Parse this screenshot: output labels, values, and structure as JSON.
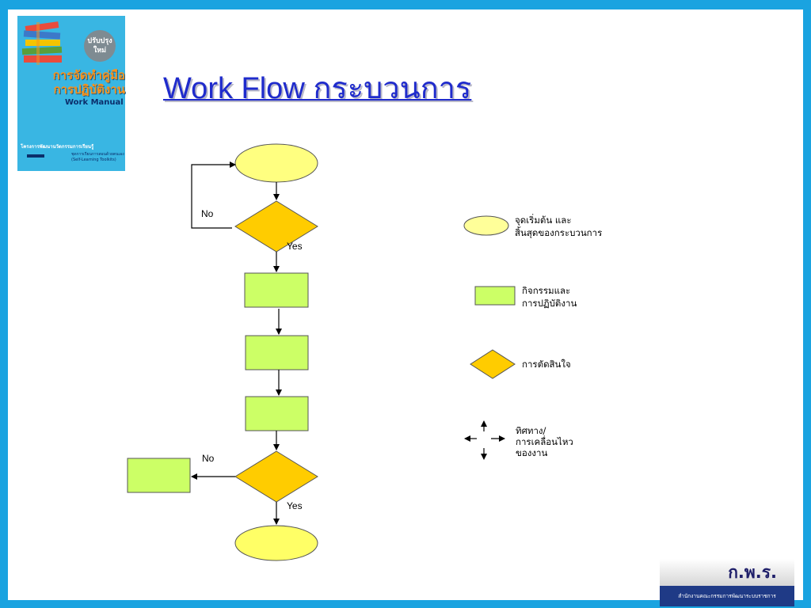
{
  "logo": {
    "badge": "ปรับปรุง\nใหม่",
    "title_thai": "การจัดทำคู่มือ\nการปฏิบัติงาน",
    "title_en": "Work Manual",
    "program": "โครงการพัฒนานวัตกรรมการเรียนรู้",
    "program_sub": "ชุดการเรียนการสอนด้วยตนเอง\n(Self-Learning Toolkits)"
  },
  "page": {
    "title": "Work Flow กระบวนการ"
  },
  "flowchart": {
    "labels": {
      "no_top": "No",
      "yes_top": "Yes",
      "no_bottom": "No",
      "yes_bottom": "Yes"
    }
  },
  "legend": {
    "terminal_line1": "จุดเริ่มต้น และ",
    "terminal_line2": "สิ้นสุดของกระบวนการ",
    "activity_line1": "กิจกรรมและ",
    "activity_line2": "การปฏิบัติงาน",
    "decision": "การตัดสินใจ",
    "direction_line1": "ทิศทาง/",
    "direction_line2": "การเคลื่อนไหว",
    "direction_line3": "ของงาน"
  },
  "org": {
    "abbr": "ก.พ.ร.",
    "name": "สำนักงานคณะกรรมการพัฒนาระบบราชการ"
  },
  "colors": {
    "frame": "#1aa3e0",
    "terminal": "#ffff80",
    "activity": "#ccff66",
    "decision": "#ffcc00",
    "title": "#1f2bcc"
  }
}
